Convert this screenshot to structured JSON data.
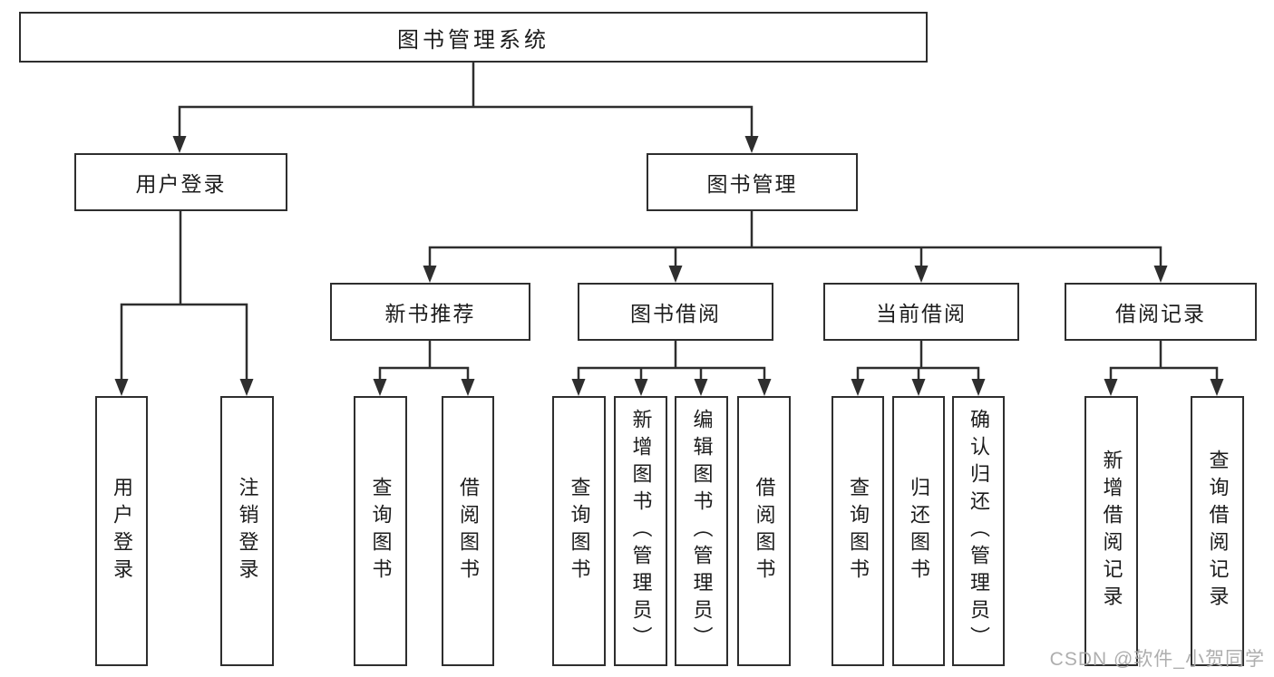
{
  "tree": {
    "root": {
      "label": "图书管理系统"
    },
    "login": {
      "label": "用户登录",
      "children": [
        {
          "label": "用户登录"
        },
        {
          "label": "注销登录"
        }
      ]
    },
    "management": {
      "label": "图书管理",
      "groups": [
        {
          "label": "新书推荐",
          "children": [
            {
              "label": "查询图书"
            },
            {
              "label": "借阅图书"
            }
          ]
        },
        {
          "label": "图书借阅",
          "children": [
            {
              "label": "查询图书"
            },
            {
              "label": "新增图书（管理员）"
            },
            {
              "label": "编辑图书（管理员）"
            },
            {
              "label": "借阅图书"
            }
          ]
        },
        {
          "label": "当前借阅",
          "children": [
            {
              "label": "查询图书"
            },
            {
              "label": "归还图书"
            },
            {
              "label": "确认归还（管理员）"
            }
          ]
        },
        {
          "label": "借阅记录",
          "children": [
            {
              "label": "新增借阅记录"
            },
            {
              "label": "查询借阅记录"
            }
          ]
        }
      ]
    }
  },
  "watermark": "CSDN @软件_小贺同学",
  "colors": {
    "line": "#2e2e2e",
    "box_border": "#2e2e2e",
    "text": "#1c1c1c",
    "watermark": "#aaaaaa",
    "background": "#ffffff"
  }
}
